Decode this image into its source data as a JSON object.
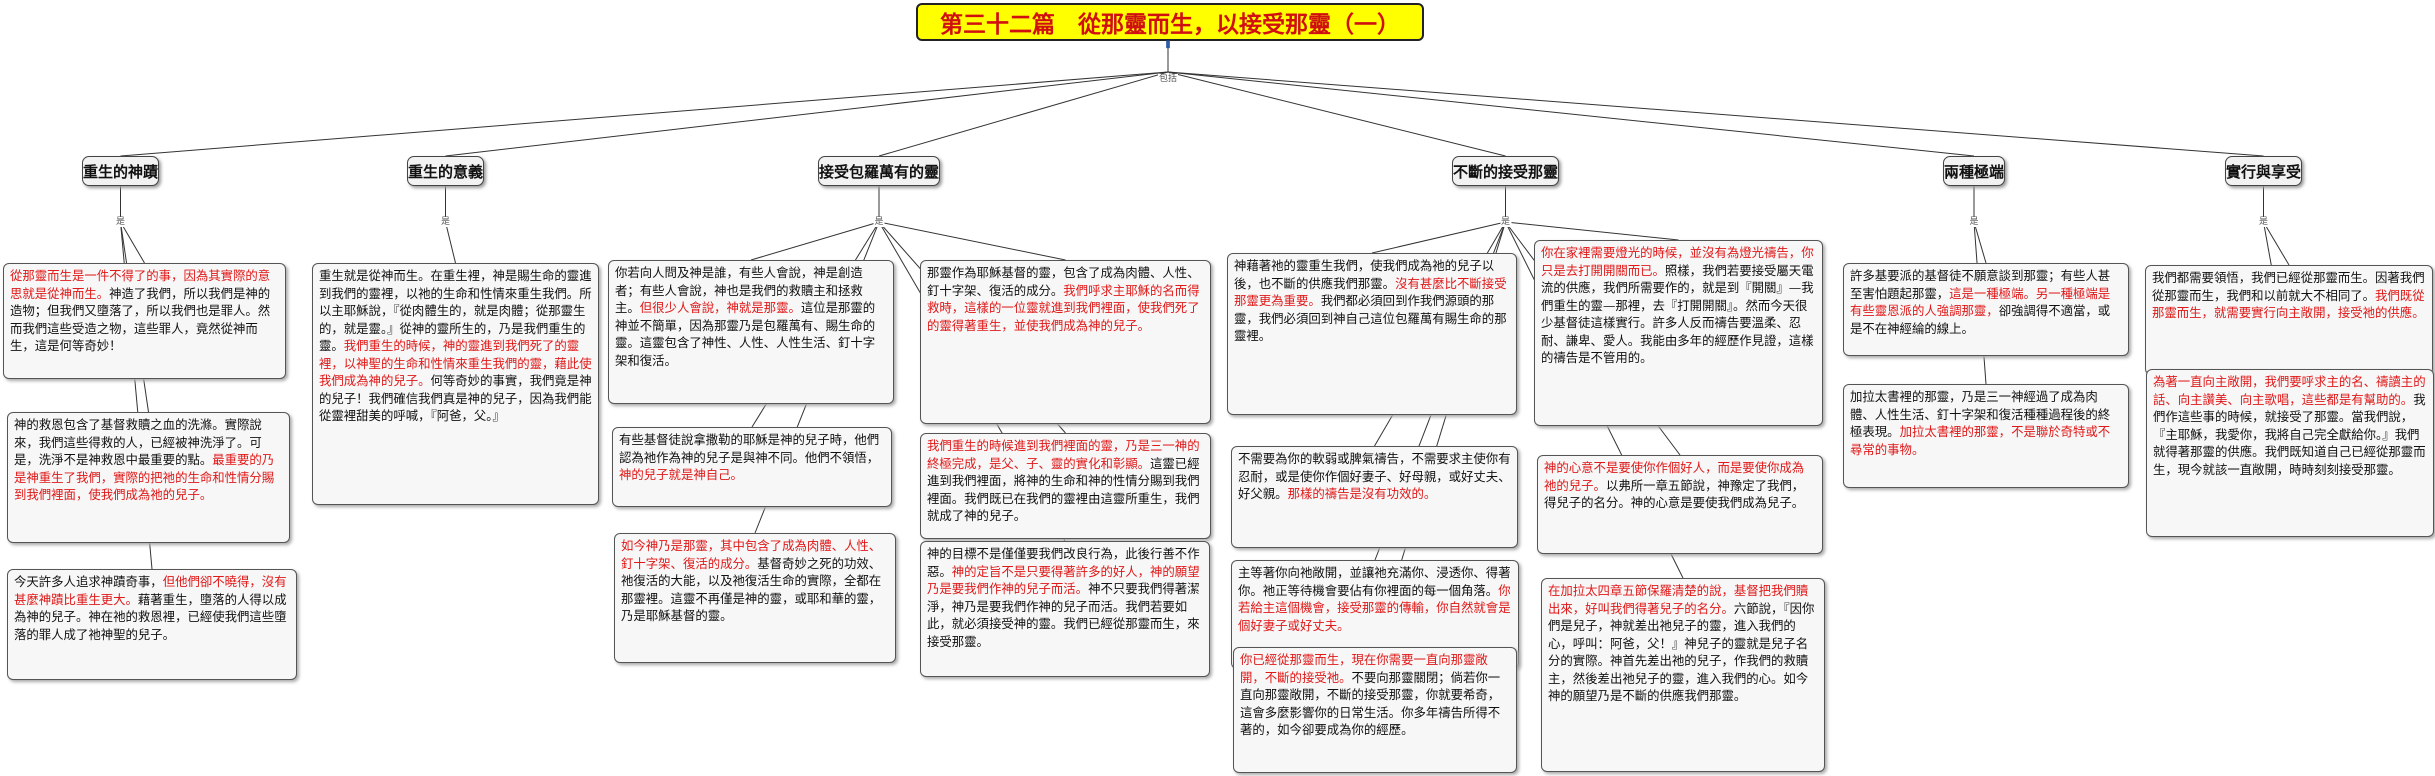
{
  "title": "第三十二篇　從那靈而生，以接受那靈（一）",
  "root_tag": "包括",
  "node_tag": "是",
  "colors": {
    "title_bg": "#ffff00",
    "title_text": "#d01010",
    "emphasis": "#e01818",
    "text": "#111111"
  },
  "icons": {
    "title_flag": "flag-icon"
  },
  "branches": [
    {
      "label": "重生的神蹟",
      "leaves": [
        [
          {
            "r": 1,
            "t": "從那靈而生是一件不得了的事，因為其實際的意思就是從神而生。"
          },
          {
            "t": "神造了我們，所以我們是神的造物；但我們又墮落了，所以我們也是罪人。然而我們這些受造之物，這些罪人，竟然從神而生，這是何等奇妙！"
          }
        ],
        [
          {
            "t": "神的救恩包含了基督救贖之血的洗滌。實際說來，我們這些得救的人，已經被神洗淨了。可是，洗淨不是神救恩中最重要的點。"
          },
          {
            "r": 1,
            "t": "最重要的乃是神重生了我們，實際的把祂的生命和性情分賜到我們裡面，使我們成為祂的兒子。"
          }
        ],
        [
          {
            "t": "今天許多人追求神蹟奇事，"
          },
          {
            "r": 1,
            "t": "但他們卻不曉得，沒有甚麼神蹟比重生更大。"
          },
          {
            "t": "藉著重生，墮落的人得以成為神的兒子。神在祂的救恩裡，已經使我們這些墮落的罪人成了祂神聖的兒子。"
          }
        ]
      ]
    },
    {
      "label": "重生的意義",
      "leaves": [
        [
          {
            "t": "重生就是從神而生。在重生裡，神是賜生命的靈進到我們的靈裡，以祂的生命和性情來重生我們。所以主耶穌說，『從肉體生的，就是肉體；從那靈生的，就是靈。』從神的靈所生的，乃是我們重生的靈。"
          },
          {
            "r": 1,
            "t": "我們重生的時候，神的靈進到我們死了的靈裡，以神聖的生命和性情來重生我們的靈，藉此使我們成為神的兒子。"
          },
          {
            "t": "何等奇妙的事實，我們竟是神的兒子！我們確信我們真是神的兒子，因為我們能從靈裡甜美的呼喊，『阿爸，父。』"
          }
        ]
      ]
    },
    {
      "label": "接受包羅萬有的靈",
      "leaves": [
        [
          {
            "t": "你若向人問及神是誰，有些人會說，神是創造者；有些人會說，神也是我們的救贖主和拯救主。"
          },
          {
            "r": 1,
            "t": "但很少人會說，神就是那靈。"
          },
          {
            "t": "這位是那靈的神並不簡單，因為那靈乃是包羅萬有、賜生命的靈。這靈包含了神性、人性、人性生活、釘十字架和復活。"
          }
        ],
        [
          {
            "t": "有些基督徒說拿撒勒的耶穌是神的兒子時，他們認為祂作為神的兒子是與神不同。他們不領悟，"
          },
          {
            "r": 1,
            "t": "神的兒子就是神自己。"
          }
        ],
        [
          {
            "r": 1,
            "t": "如今神乃是那靈，其中包含了成為肉體、人性、釘十字架、復活的成分。"
          },
          {
            "t": "基督奇妙之死的功效、祂復活的大能，以及祂復活生命的實際，全都在那靈裡。這靈不再僅是神的靈，或耶和華的靈，乃是耶穌基督的靈。"
          }
        ],
        [
          {
            "t": "那靈作為耶穌基督的靈，包含了成為肉體、人性、釘十字架、復活的成分。"
          },
          {
            "r": 1,
            "t": "我們呼求主耶穌的名而得救時，這樣的一位靈就進到我們裡面，使我們死了的靈得著重生，並使我們成為神的兒子。"
          }
        ],
        [
          {
            "r": 1,
            "t": "我們重生的時候進到我們裡面的靈，乃是三一神的終極完成，是父、子、靈的實化和彰顯。"
          },
          {
            "t": "這靈已經進到我們裡面，將神的生命和神的性情分賜到我們裡面。我們既已在我們的靈裡由這靈所重生，我們就成了神的兒子。"
          }
        ],
        [
          {
            "t": "神的目標不是僅僅要我們改良行為，此後行善不作惡。"
          },
          {
            "r": 1,
            "t": "神的定旨不是只要得著許多的好人，神的願望乃是要我們作神的兒子而活。"
          },
          {
            "t": "神不只要我們得著潔淨，神乃是要我們作神的兒子而活。我們若要如此，就必須接受神的靈。我們已經從那靈而生，來接受那靈。"
          }
        ]
      ]
    },
    {
      "label": "不斷的接受那靈",
      "leaves": [
        [
          {
            "t": "神藉著祂的靈重生我們，使我們成為祂的兒子以後，也不斷的供應我們那靈。"
          },
          {
            "r": 1,
            "t": "沒有甚麼比不斷接受那靈更為重要。"
          },
          {
            "t": "我們都必須回到作我們源頭的那靈，我們必須回到神自己這位包羅萬有賜生命的那靈裡。"
          }
        ],
        [
          {
            "t": "不需要為你的軟弱或脾氣禱告，不需要求主使你有忍耐，或是使你作個好妻子、好母親，或好丈夫、好父親。"
          },
          {
            "r": 1,
            "t": "那樣的禱告是沒有功效的。"
          }
        ],
        [
          {
            "t": "主等著你向祂敞開，並讓祂充滿你、浸透你、得著你。祂正等待機會要佔有你裡面的每一個角落。"
          },
          {
            "r": 1,
            "t": "你若給主這個機會，接受那靈的傳輸，你自然就會是個好妻子或好丈夫。"
          }
        ],
        [
          {
            "r": 1,
            "t": "你已經從那靈而生，現在你需要一直向那靈敞開，不斷的接受祂。"
          },
          {
            "t": "不要向那靈關閉；倘若你一直向那靈敞開，不斷的接受那靈，你就要希奇，這會多麼影響你的日常生活。你多年禱告所得不著的，如今卻要成為你的經歷。"
          }
        ],
        [
          {
            "r": 1,
            "t": "你在家裡需要燈光的時候，並沒有為燈光禱告，你只是去打開開關而已。"
          },
          {
            "t": "照樣，我們若要接受屬天電流的供應，我們所需要作的，就是到『開關』—我們重生的靈—那裡，去『打開開關』。然而今天很少基督徒這樣實行。許多人反而禱告要溫柔、忍耐、謙卑、愛人。我能由多年的經歷作見證，這樣的禱告是不管用的。"
          }
        ],
        [
          {
            "r": 1,
            "t": "神的心意不是要使你作個好人，而是要使你成為祂的兒子。"
          },
          {
            "t": "以弗所一章五節說，神豫定了我們，得兒子的名分。神的心意是要使我們成為兒子。"
          }
        ],
        [
          {
            "r": 1,
            "t": "在加拉太四章五節保羅清楚的說，基督把我們贖出來，好叫我們得著兒子的名分。"
          },
          {
            "t": "六節說，『因你們是兒子，神就差出祂兒子的靈，進入我們的心，呼叫：阿爸，父！』神兒子的靈就是兒子名分的實際。神首先差出祂的兒子，作我們的救贖主，然後差出祂兒子的靈，進入我們的心。如今神的願望乃是不斷的供應我們那靈。"
          }
        ]
      ]
    },
    {
      "label": "兩種極端",
      "leaves": [
        [
          {
            "t": "許多基要派的基督徒不願意談到那靈；有些人甚至害怕題起那靈，"
          },
          {
            "r": 1,
            "t": "這是一種極端。另一種極端是有些靈恩派的人強調那靈，"
          },
          {
            "t": "卻強調得不適當，或是不在神經綸的線上。"
          }
        ],
        [
          {
            "t": "加拉太書裡的那靈，乃是三一神經過了成為肉體、人性生活、釘十字架和復活種種過程後的終極表現。"
          },
          {
            "r": 1,
            "t": "加拉太書裡的那靈，不是聯於奇特或不尋常的事物。"
          }
        ]
      ]
    },
    {
      "label": "實行與享受",
      "leaves": [
        [
          {
            "t": "我們都需要領悟，我們已經從那靈而生。因著我們從那靈而生，我們和以前就大不相同了。"
          },
          {
            "r": 1,
            "t": "我們既從那靈而生，就需要實行向主敞開，接受祂的供應。"
          }
        ],
        [
          {
            "r": 1,
            "t": "為著一直向主敞開，我們要呼求主的名、禱讀主的話、向主讚美、向主歌唱，這些都是有幫助的。"
          },
          {
            "t": "我們作這些事的時候，就接受了那靈。當我們說，『主耶穌，我愛你，我將自己完全獻給你。』我們就得著那靈的供應。我們既知道自己已經從那靈而生，現今就該一直敞開，時時刻刻接受那靈。"
          }
        ]
      ]
    }
  ]
}
